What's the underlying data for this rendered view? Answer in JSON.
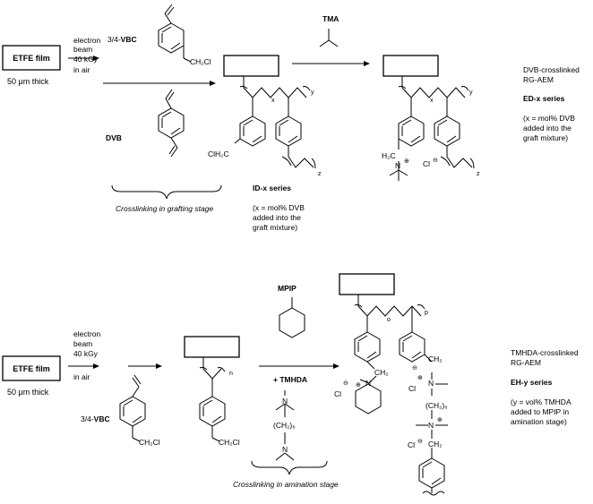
{
  "top": {
    "etfe_label": "ETFE film",
    "thickness": "50 μm thick",
    "irradiation": [
      "electron",
      "beam",
      "40 kGy"
    ],
    "atmosphere": "in air",
    "vbc_prefix": "3/4-",
    "vbc_bold": "VBC",
    "ch2cl": "CH₂Cl",
    "dvb": "DVB",
    "crosslink_note": "Crosslinking in grafting stage",
    "clh2c": "ClH₂C",
    "sub_x": "x",
    "sub_y": "y",
    "sub_z": "z",
    "series_name": "ID-x series",
    "series_desc": [
      "(x = mol% DVB",
      "added into the",
      "graft mixture)"
    ],
    "reagent": "TMA",
    "n_plus": "N",
    "plus": "⊕",
    "h2c": "H₂C",
    "cl_minus": "Cl",
    "minus": "⊖",
    "product_title": [
      "DVB-crosslinked",
      "RG-AEM"
    ],
    "product_series": "ED-x series",
    "product_desc": [
      "(x = mol% DVB",
      "added into the",
      "graft mixture)"
    ]
  },
  "bottom": {
    "etfe_label": "ETFE film",
    "thickness": "50 μm thick",
    "irradiation": [
      "electron",
      "beam",
      "40 kGy"
    ],
    "atmosphere": "in air",
    "vbc_prefix": "3/4-",
    "vbc_bold": "VBC",
    "ch2cl": "CH₂Cl",
    "sub_n": "n",
    "reagent1": "MPIP",
    "reagent2": "+ TMHDA",
    "ch2_6": "(CH₂)₆",
    "n_atom": "N",
    "crosslink_note": "Crosslinking in amination stage",
    "sub_o": "o",
    "sub_p": "p",
    "ch2": "CH₂",
    "cl_minus": "Cl",
    "minus": "⊖",
    "plus": "⊕",
    "product_title": [
      "TMHDA-crosslinked",
      "RG-AEM"
    ],
    "product_series": "EH-y series",
    "product_desc": [
      "(y = vol% TMHDA",
      "added to MPIP in",
      "amination stage)"
    ]
  }
}
